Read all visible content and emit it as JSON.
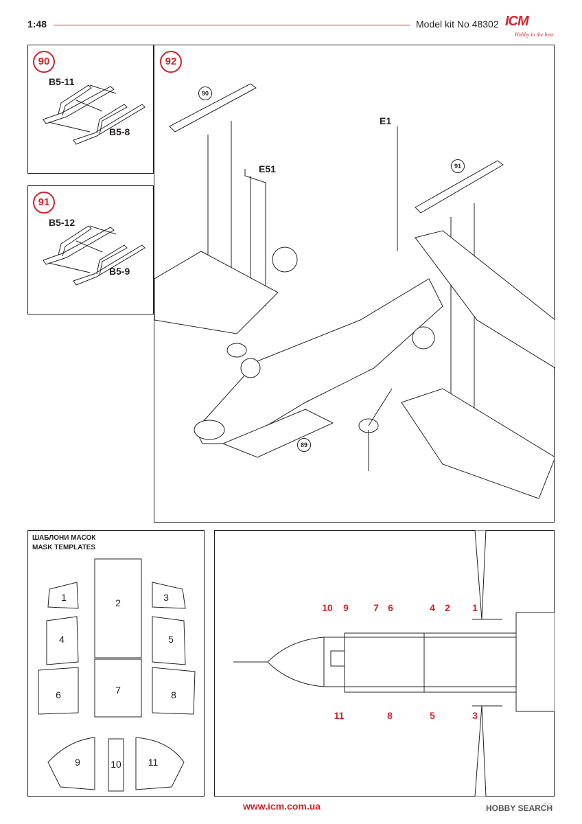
{
  "header": {
    "scale": "1:48",
    "kit_number": "Model kit No 48302",
    "brand": "ICM",
    "tagline": "Hobby in the best"
  },
  "panels": {
    "step90": {
      "number": "90",
      "parts": [
        "B5-11",
        "B5-8"
      ]
    },
    "step91": {
      "number": "91",
      "parts": [
        "B5-12",
        "B5-9"
      ]
    },
    "step92": {
      "number": "92",
      "parts": [
        "E1",
        "E51"
      ],
      "refs": [
        "90",
        "91",
        "89"
      ]
    }
  },
  "masks": {
    "title_ua": "ШАБЛОНИ МАСОК",
    "title_en": "MASK TEMPLATES",
    "numbers": [
      "1",
      "2",
      "3",
      "4",
      "5",
      "6",
      "7",
      "8",
      "9",
      "10",
      "11"
    ]
  },
  "canopy": {
    "top_labels": [
      "10",
      "9",
      "7",
      "6",
      "4",
      "2",
      "1"
    ],
    "bottom_labels": [
      "11",
      "8",
      "5",
      "3"
    ]
  },
  "footer": {
    "url": "www.icm.com.ua",
    "page": "21",
    "watermark": "HOBBY SEARCH"
  },
  "colors": {
    "accent": "#d2232a",
    "ink": "#231f20"
  }
}
